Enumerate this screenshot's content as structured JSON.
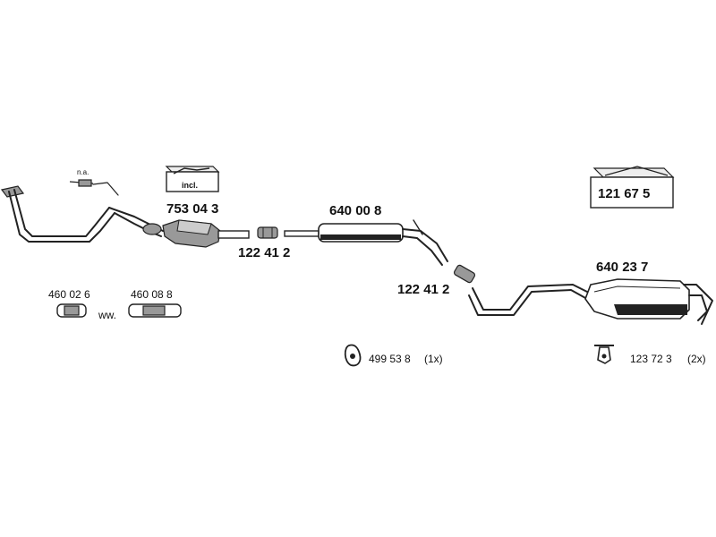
{
  "labels": {
    "cat_part": "753 04 3",
    "clamp_left": "122 41 2",
    "mid_silencer": "640 00 8",
    "clamp_right": "122 41 2",
    "rear_silencer": "640 23 7",
    "kit_box": "121 67 5",
    "flex_a": "460 02 6",
    "flex_b": "460 08 8",
    "flex_alt": "ww.",
    "rubber_ring": "499 53 8",
    "rubber_ring_qty": "(1x)",
    "hanger": "123 72 3",
    "hanger_qty": "(2x)",
    "sensor_note": "n.a.",
    "incl_note": "incl."
  }
}
